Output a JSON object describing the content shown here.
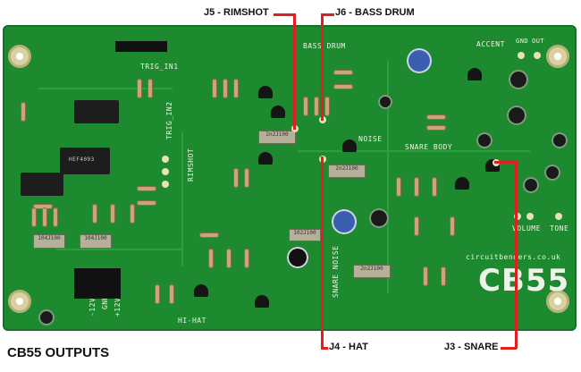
{
  "caption": "CB55 OUTPUTS",
  "callouts": {
    "j5": "J5 - RIMSHOT",
    "j6": "J6 - BASS DRUM",
    "j4": "J4 - HAT",
    "j3": "J3 - SNARE"
  },
  "board": {
    "name": "CB55",
    "website": "circuitbenders.co.uk",
    "silkscreen": {
      "bass_drum": "BASS DRUM",
      "accent": "ACCENT",
      "gnd": "GND",
      "out": "OUT",
      "noise": "NOISE",
      "snare_body": "SNARE BODY",
      "snare_noise": "SNARE NOISE",
      "hi_hat": "HI-HAT",
      "rimshot": "RIMSHOT",
      "trig_in1": "TRIG_IN1",
      "trig_in2": "TRIG_IN2",
      "volume": "VOLUME",
      "tone": "TONE",
      "plus12v": "+12V",
      "gnd2": "GND",
      "minus12v": "-12V"
    },
    "parts": {
      "ic1": "HEF4093",
      "ic_small_1": "104J100",
      "ic_small_2": "104J100",
      "cap_2n2_a": "2n2J100",
      "cap_2n2_b": "2n2J100",
      "cap_2n2_c": "2n2J100",
      "cap_102": "102J100"
    }
  },
  "colors": {
    "pcb": "#1e8a2f",
    "pointer": "#e02020",
    "silkscreen": "#f1f1e6"
  }
}
